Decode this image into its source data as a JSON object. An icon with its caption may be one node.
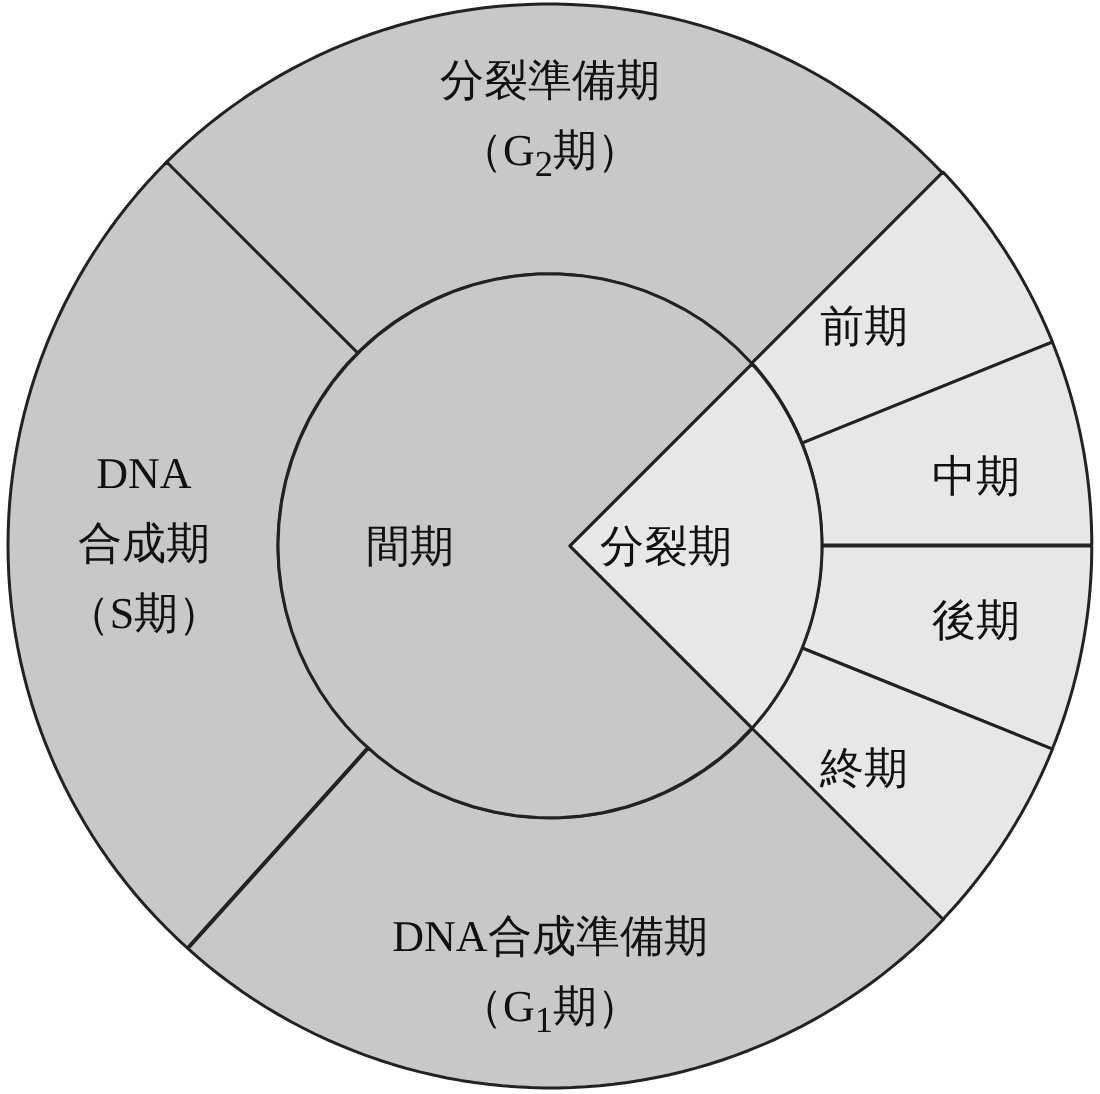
{
  "diagram": {
    "nodes": [
      {
        "text": [
          "分裂準備期",
          "（G$_{2}$期）"
        ]
      },
      {
        "text": [
          "DNA合成期",
          "（S期）"
        ]
      },
      {
        "text": [
          "DNA合成準備期",
          "（G$_{1}$期）"
        ]
      },
      {
        "text": [
          "前期"
        ]
      },
      {
        "text": [
          "中期"
        ]
      },
      {
        "text": [
          "後期"
        ]
      },
      {
        "text": [
          "終期"
        ]
      },
      {
        "text": [
          "間期"
        ]
      },
      {
        "text": [
          "分裂期"
        ]
      }
    ]
  }
}
